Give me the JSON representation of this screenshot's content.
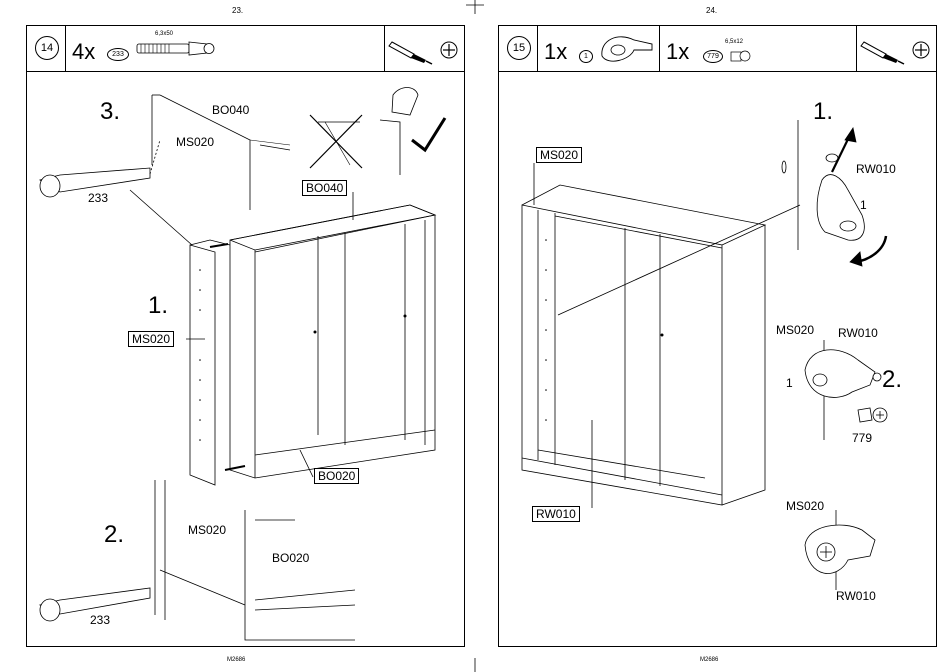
{
  "page_left": {
    "number": "23.",
    "footer": "M2686"
  },
  "page_right": {
    "number": "24.",
    "footer": "M2686"
  },
  "step14": {
    "step": "14",
    "qty": "4x",
    "part": "233",
    "spec": "6,3x50",
    "substeps": [
      "1.",
      "2.",
      "3."
    ],
    "labels": {
      "bo040_top": "BO040",
      "ms020_top": "MS020",
      "screw_top": "233",
      "bo040_box": "BO040",
      "ms020_box": "MS020",
      "bo020_box": "BO020",
      "ms020_bottom": "MS020",
      "bo020_bottom": "BO020",
      "screw_bottom": "233"
    }
  },
  "step15": {
    "step": "15",
    "qty1": "1x",
    "part1": "1",
    "qty2": "1x",
    "part2": "779",
    "spec": "6,5x12",
    "substeps": [
      "1.",
      "2."
    ],
    "labels": {
      "ms020_box": "MS020",
      "rw010_box": "RW010",
      "rw010_a": "RW010",
      "one_a": "1",
      "ms020_b": "MS020",
      "rw010_b": "RW010",
      "one_b": "1",
      "screw_b": "779",
      "ms020_c": "MS020",
      "rw010_c": "RW010"
    }
  },
  "icons": [
    "screwdriver-icon",
    "phillips-screw-head-icon",
    "cross-out-icon",
    "check-mark-icon"
  ]
}
